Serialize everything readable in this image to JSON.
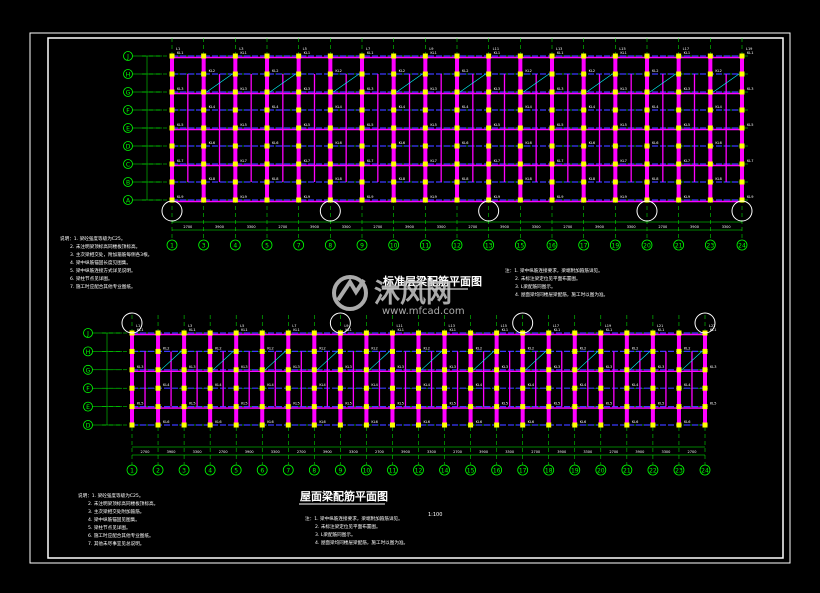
{
  "watermark": {
    "cn": "沐风网",
    "url": "www.mfcad.com"
  },
  "upper_plan": {
    "axis_rows": [
      "J",
      "H",
      "G",
      "F",
      "E",
      "D",
      "C",
      "B",
      "A"
    ],
    "axis_cols": [
      "1",
      "3",
      "4",
      "5",
      "7",
      "8",
      "9",
      "10",
      "11",
      "12",
      "13",
      "15",
      "16",
      "17",
      "19",
      "20",
      "21",
      "23",
      "24"
    ],
    "title": "标准层梁配筋平面图"
  },
  "lower_plan": {
    "axis_rows": [
      "J",
      "H",
      "G",
      "F",
      "E",
      "D"
    ],
    "axis_cols": [
      "1",
      "2",
      "3",
      "4",
      "5",
      "6",
      "7",
      "8",
      "9",
      "10",
      "11",
      "12",
      "14",
      "15",
      "16",
      "17",
      "18",
      "19",
      "20",
      "21",
      "22",
      "23",
      "24"
    ],
    "title": "屋面梁配筋平面图",
    "scale": "1:100"
  },
  "notes_left_upper": [
    "说明：1. 梁砼强度等级为C25。",
    "2. 未注明梁顶标高同楼板顶标高。",
    "3. 主次梁相交处，附加箍筋每侧各3根。",
    "4. 梁中纵筋锚固长度见图集。",
    "5. 梁中纵筋连接方式详见说明。",
    "6. 梁柱节点见详图。",
    "7. 施工时应配合其他专业图纸。"
  ],
  "notes_right_upper": [
    "注：1. 梁中纵筋连接要求，梁端附加箍筋详见。",
    "2. 未标注梁定位见平面布置图。",
    "3. L梁配筋同图示。",
    "4. 屋面梁均同楼层梁配筋，施工时以图为准。"
  ],
  "notes_left_lower": [
    "说明：1. 梁砼强度等级为C25。",
    "2. 未注明梁顶标高同楼板顶标高。",
    "3. 主次梁相交处附加箍筋。",
    "4. 梁中纵筋锚固见图集。",
    "5. 梁柱节点见详图。",
    "6. 施工时应配合其他专业图纸。",
    "7. 其他未尽事宜见总说明。"
  ],
  "notes_right_lower": [
    "注：1. 梁中纵筋连接要求，梁端附加箍筋详见。",
    "2. 未标注梁定位见平面布置图。",
    "3. L梁配筋同图示。",
    "4. 屋面梁均同楼层梁配筋，施工时以图为准。"
  ],
  "colors": {
    "background": "#000000",
    "frame": "#ffffff",
    "beam": "#ff00ff",
    "grid_line": "#00ff00",
    "column": "#ffff00",
    "dim_line": "#3a3aff",
    "annotation": "#ffffff",
    "accent_cyan": "#00ffff",
    "watermark": "#c8c8c8"
  }
}
